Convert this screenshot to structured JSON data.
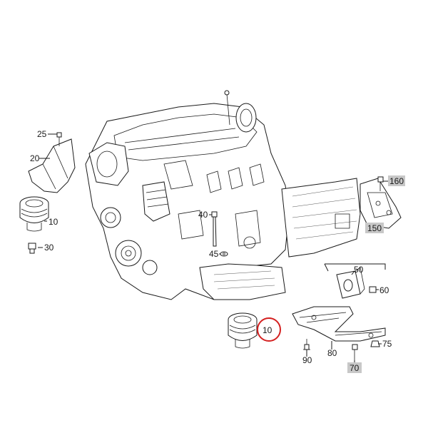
{
  "callouts": {
    "c10_left": "10",
    "c10_bottom": "10",
    "c20": "20",
    "c25": "25",
    "c30": "30",
    "c40": "40",
    "c45": "45",
    "c50": "50",
    "c60": "60",
    "c70": "70",
    "c75": "75",
    "c80": "80",
    "c90": "90",
    "c150": "150",
    "c160": "160"
  },
  "colors": {
    "highlight_circle": "#d42020",
    "label_box": "#c8c8c8",
    "line": "#1a1a1a"
  }
}
